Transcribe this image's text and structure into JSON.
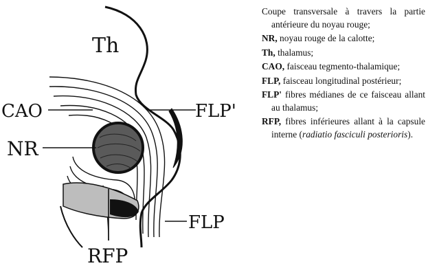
{
  "figure": {
    "labels": {
      "th": "Th",
      "cao": "CAO",
      "nr": "NR",
      "flp_prime": "FLP'",
      "flp": "FLP",
      "rfp": "RFP"
    },
    "colors": {
      "ink": "#111111",
      "paper": "#ffffff"
    }
  },
  "legend": {
    "entries": [
      {
        "abbr": "",
        "text": "Coupe transversale à travers la partie antérieure du noyau rouge;",
        "italic": ""
      },
      {
        "abbr": "NR,",
        "text": " noyau rouge de la calotte;",
        "italic": ""
      },
      {
        "abbr": "Th,",
        "text": " thalamus;",
        "italic": ""
      },
      {
        "abbr": "CAO,",
        "text": " faisceau tegmento-thalamique;",
        "italic": ""
      },
      {
        "abbr": "FLP,",
        "text": " faisceau longitudinal postérieur;",
        "italic": ""
      },
      {
        "abbr": "FLP'",
        "text": " fibres médianes de ce faisceau allant au thalamus;",
        "italic": ""
      },
      {
        "abbr": "RFP,",
        "text": " fibres inférieures allant à la capsule interne (",
        "italic": "radiatio fasciculi posterioris"
      }
    ],
    "closing": ")."
  }
}
